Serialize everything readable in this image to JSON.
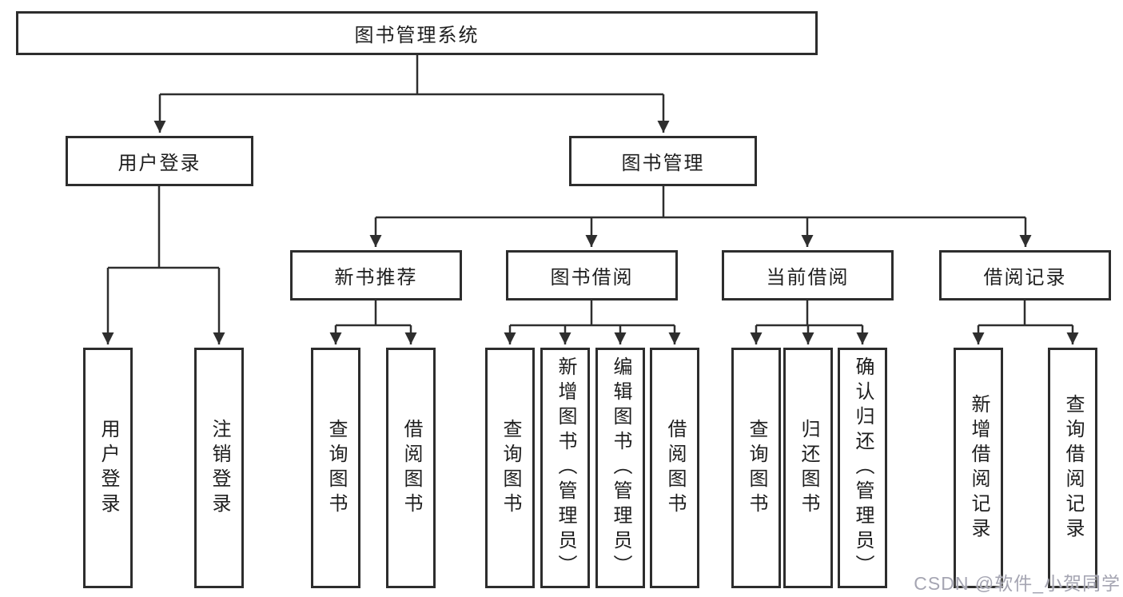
{
  "diagram_title": "图书管理系统",
  "tree": {
    "root": "图书管理系统",
    "branches": [
      {
        "label": "用户登录",
        "children": [
          "用户登录",
          "注销登录"
        ]
      },
      {
        "label": "图书管理",
        "children": [
          {
            "label": "新书推荐",
            "children": [
              "查询图书",
              "借阅图书"
            ]
          },
          {
            "label": "图书借阅",
            "children": [
              "查询图书",
              "新增图书（管理员）",
              "编辑图书（管理员）",
              "借阅图书"
            ]
          },
          {
            "label": "当前借阅",
            "children": [
              "查询图书",
              "归还图书",
              "确认归还（管理员）"
            ]
          },
          {
            "label": "借阅记录",
            "children": [
              "新增借阅记录",
              "查询借阅记录"
            ]
          }
        ]
      }
    ]
  },
  "watermark": "CSDN @软件_小贺同学",
  "colors": {
    "line": "#2e2e2e",
    "box_border": "#2d2d2d",
    "text": "#1e1e1e",
    "background": "#ffffff",
    "watermark": "#a5a5b2"
  }
}
